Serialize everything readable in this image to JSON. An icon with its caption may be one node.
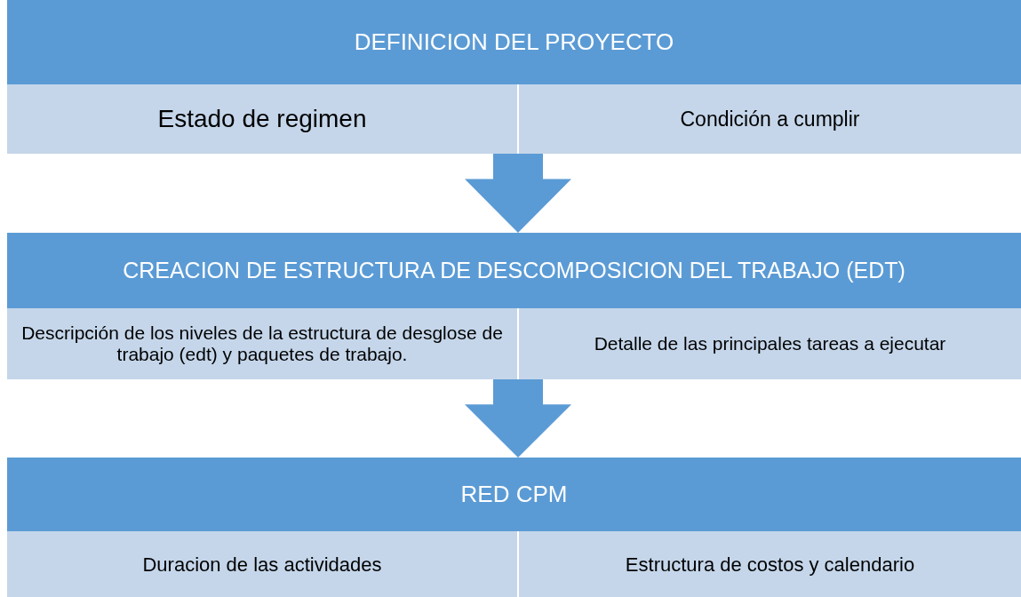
{
  "diagram": {
    "nodes": [
      {
        "text": [
          "DEFINICION DEL PROYECTO"
        ]
      },
      {
        "text": [
          "Estado de regimen"
        ]
      },
      {
        "text": [
          "Condición a cumplir"
        ]
      },
      {
        "text": [
          "CREACION DE ESTRUCTURA DE DESCOMPOSICION DEL TRABAJO (EDT)"
        ]
      },
      {
        "text": [
          "Descripción de los niveles de la estructura de desglose de trabajo (edt) y paquetes de trabajo."
        ]
      },
      {
        "text": [
          "Detalle de las principales tareas a ejecutar"
        ]
      },
      {
        "text": [
          "RED CPM"
        ]
      },
      {
        "text": [
          "Duracion de las actividades"
        ]
      },
      {
        "text": [
          "Estructura de costos y calendario"
        ]
      }
    ],
    "edges": [
      {
        "from": 1,
        "to": 3,
        "arrow": "to"
      },
      {
        "from": 4,
        "to": 6,
        "arrow": "to"
      }
    ]
  }
}
